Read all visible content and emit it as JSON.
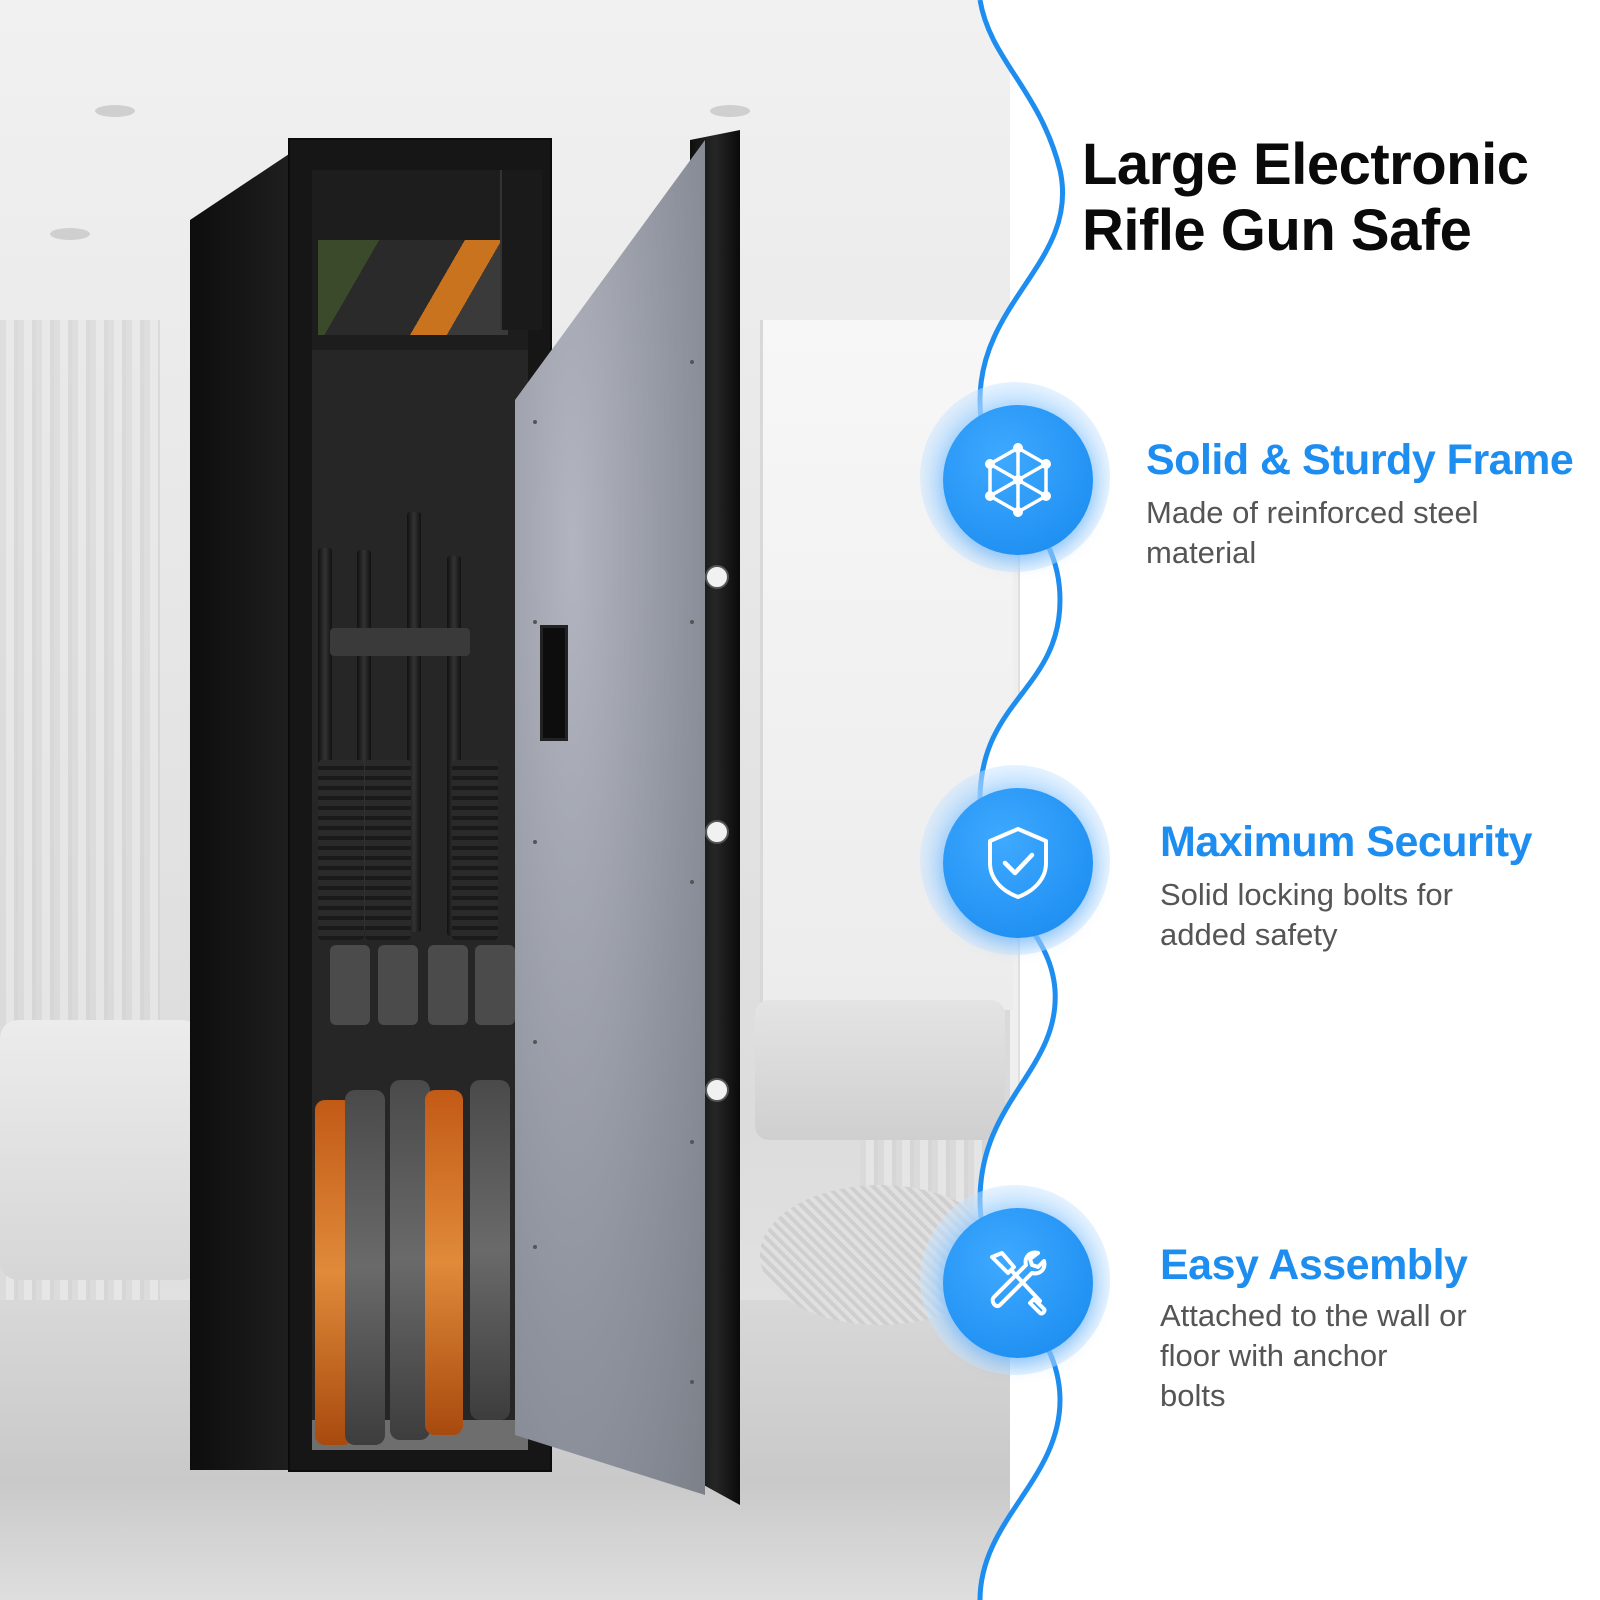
{
  "heading": {
    "line1": "Large Electronic",
    "line2": "Rifle Gun Safe"
  },
  "accent_color": "#1e8df0",
  "features": [
    {
      "icon": "cube-frame-icon",
      "title": "Solid & Sturdy Frame",
      "lines": [
        "Made of reinforced steel",
        "material"
      ]
    },
    {
      "icon": "shield-check-icon",
      "title": "Maximum Security",
      "lines": [
        "Solid locking bolts for",
        "added safety"
      ]
    },
    {
      "icon": "tools-icon",
      "title": "Easy Assembly",
      "lines": [
        "Attached to the wall or",
        "floor with anchor",
        "bolts"
      ]
    }
  ]
}
